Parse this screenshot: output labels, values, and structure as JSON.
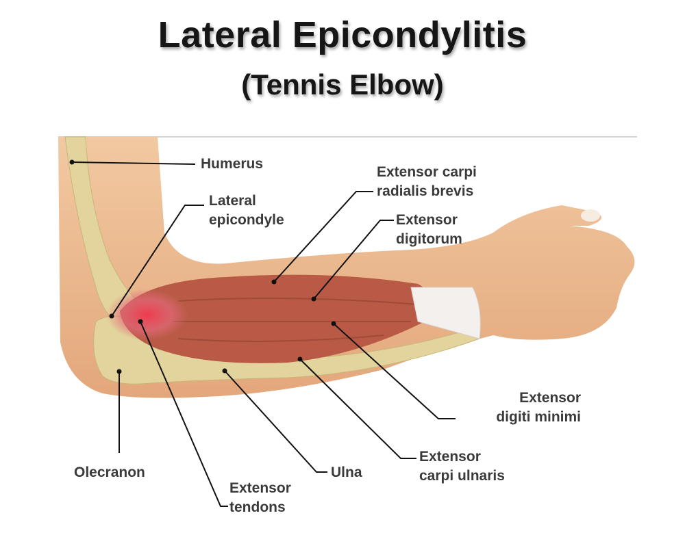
{
  "title": "Lateral Epicondylitis",
  "subtitle": "(Tennis Elbow)",
  "labels": {
    "humerus": "Humerus",
    "lateral_epicondyle": [
      "Lateral",
      "epicondyle"
    ],
    "ecrb": [
      "Extensor carpi",
      "radialis brevis"
    ],
    "digitorum": [
      "Extensor",
      "digitorum"
    ],
    "digiti_minimi": [
      "Extensor",
      "digiti minimi"
    ],
    "carpi_ulnaris": [
      "Extensor",
      "carpi ulnaris"
    ],
    "ulna": "Ulna",
    "tendons": [
      "Extensor",
      "tendons"
    ],
    "olecranon": "Olecranon"
  },
  "colors": {
    "skin": "#e9b78e",
    "bone": "#e2d49c",
    "muscle": "#b85a45",
    "inflamed": "#e8424f"
  }
}
